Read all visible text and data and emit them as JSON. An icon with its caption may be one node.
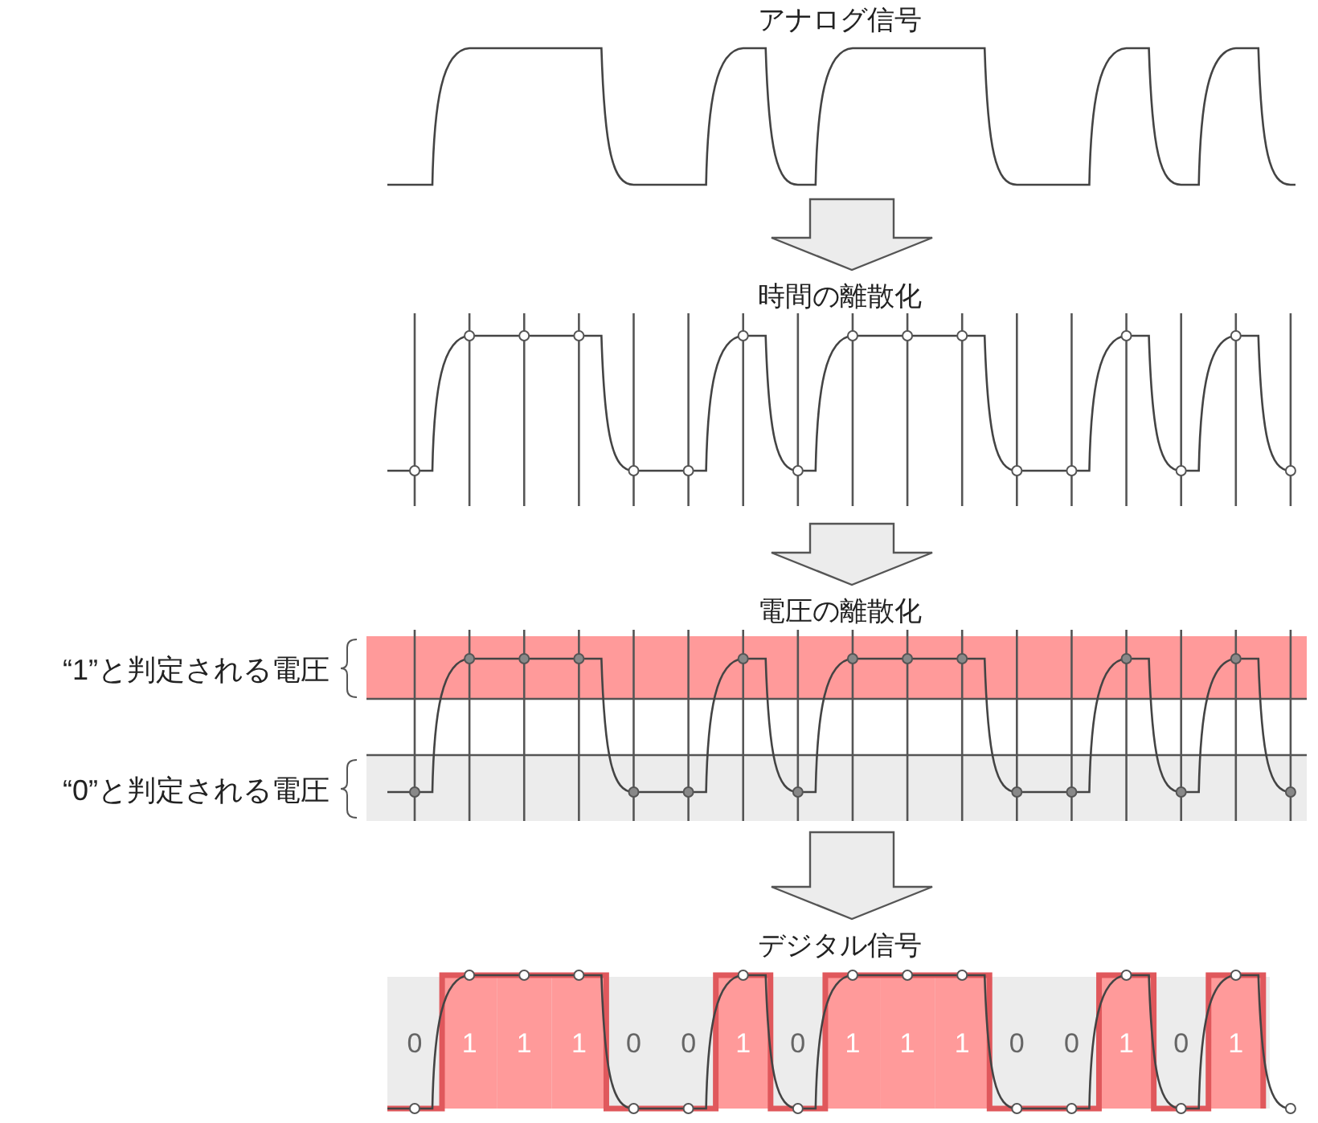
{
  "diagram": {
    "nodes": [
      {
        "text": [
          "アナログ信号"
        ]
      },
      {
        "text": [
          "時間の離散化"
        ]
      },
      {
        "text": [
          "電圧の離散化"
        ]
      },
      {
        "text": [
          "デジタル信号"
        ]
      }
    ],
    "edges": [
      {
        "from": 0,
        "to": 1,
        "arrow": "to"
      },
      {
        "from": 1,
        "to": 2,
        "arrow": "to"
      },
      {
        "from": 2,
        "to": 3,
        "arrow": "to"
      }
    ],
    "labels": [
      "“1”と判定される電圧",
      "“0”と判定される電圧",
      "0",
      "1",
      "1",
      "1",
      "0",
      "0",
      "1",
      "0",
      "1",
      "1",
      "1",
      "0",
      "0",
      "1",
      "0",
      "1"
    ]
  }
}
